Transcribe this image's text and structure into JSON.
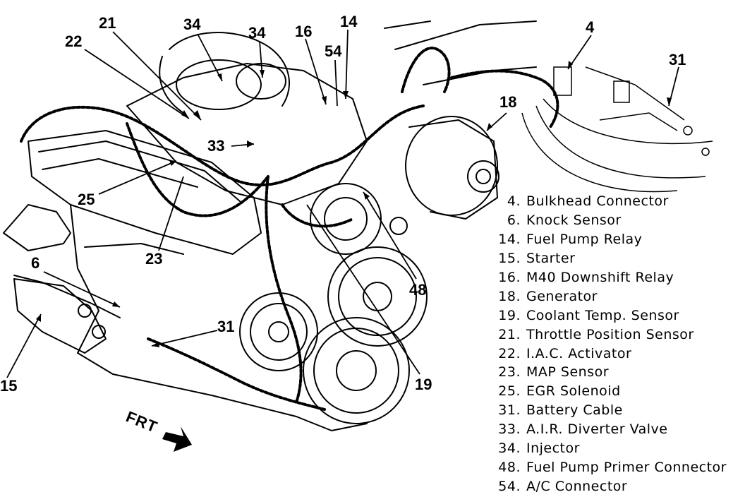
{
  "callouts": [
    {
      "id": "c21",
      "label": "21"
    },
    {
      "id": "c22",
      "label": "22"
    },
    {
      "id": "c34a",
      "label": "34"
    },
    {
      "id": "c34b",
      "label": "34"
    },
    {
      "id": "c16",
      "label": "16"
    },
    {
      "id": "c14",
      "label": "14"
    },
    {
      "id": "c54",
      "label": "54"
    },
    {
      "id": "c4",
      "label": "4"
    },
    {
      "id": "c31a",
      "label": "31"
    },
    {
      "id": "c18",
      "label": "18"
    },
    {
      "id": "c33",
      "label": "33"
    },
    {
      "id": "c25",
      "label": "25"
    },
    {
      "id": "c23",
      "label": "23"
    },
    {
      "id": "c6",
      "label": "6"
    },
    {
      "id": "c48",
      "label": "48"
    },
    {
      "id": "c31b",
      "label": "31"
    },
    {
      "id": "c19",
      "label": "19"
    },
    {
      "id": "c15",
      "label": "15"
    }
  ],
  "front_indicator": "FRT",
  "legend": [
    {
      "num": "4.",
      "name": "Bulkhead Connector"
    },
    {
      "num": "6.",
      "name": "Knock Sensor"
    },
    {
      "num": "14.",
      "name": "Fuel Pump Relay"
    },
    {
      "num": "15.",
      "name": "Starter"
    },
    {
      "num": "16.",
      "name": "M40 Downshift Relay"
    },
    {
      "num": "18.",
      "name": "Generator"
    },
    {
      "num": "19.",
      "name": "Coolant Temp. Sensor"
    },
    {
      "num": "21.",
      "name": "Throttle Position Sensor"
    },
    {
      "num": "22.",
      "name": "I.A.C. Activator"
    },
    {
      "num": "23.",
      "name": "MAP Sensor"
    },
    {
      "num": "25.",
      "name": "EGR Solenoid"
    },
    {
      "num": "31.",
      "name": "Battery Cable"
    },
    {
      "num": "33.",
      "name": "A.I.R. Diverter Valve"
    },
    {
      "num": "34.",
      "name": "Injector"
    },
    {
      "num": "48.",
      "name": "Fuel Pump Primer Connector"
    },
    {
      "num": "54.",
      "name": "A/C Connector"
    }
  ]
}
